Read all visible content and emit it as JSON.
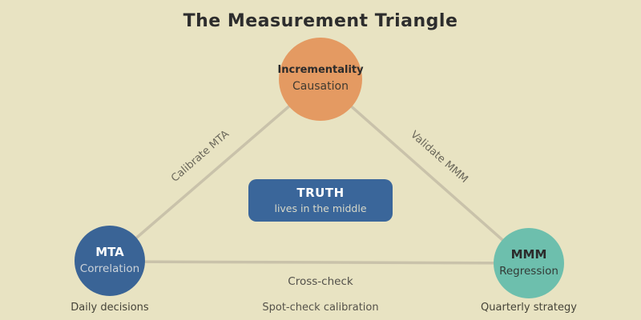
{
  "title": "The Measurement Triangle",
  "nodes": {
    "top": {
      "label": "Incrementality",
      "sublabel": "Causation",
      "color": "#e49a62"
    },
    "left": {
      "label": "MTA",
      "sublabel": "Correlation",
      "color": "#3a6496",
      "footnote": "Daily decisions"
    },
    "right": {
      "label": "MMM",
      "sublabel": "Regression",
      "color": "#6dbfad",
      "footnote": "Quarterly strategy"
    }
  },
  "center_box": {
    "label": "TRUTH",
    "sublabel": "lives in the middle",
    "color": "#3a669a"
  },
  "edges": {
    "left_label": "Calibrate MTA",
    "right_label": "Validate MMM",
    "bottom_label": "Cross-check",
    "bottom_note": "Spot-check calibration"
  },
  "colors": {
    "background": "#e8e3c2",
    "line": "#c9c2aa",
    "title_text": "#2d2d2d"
  }
}
